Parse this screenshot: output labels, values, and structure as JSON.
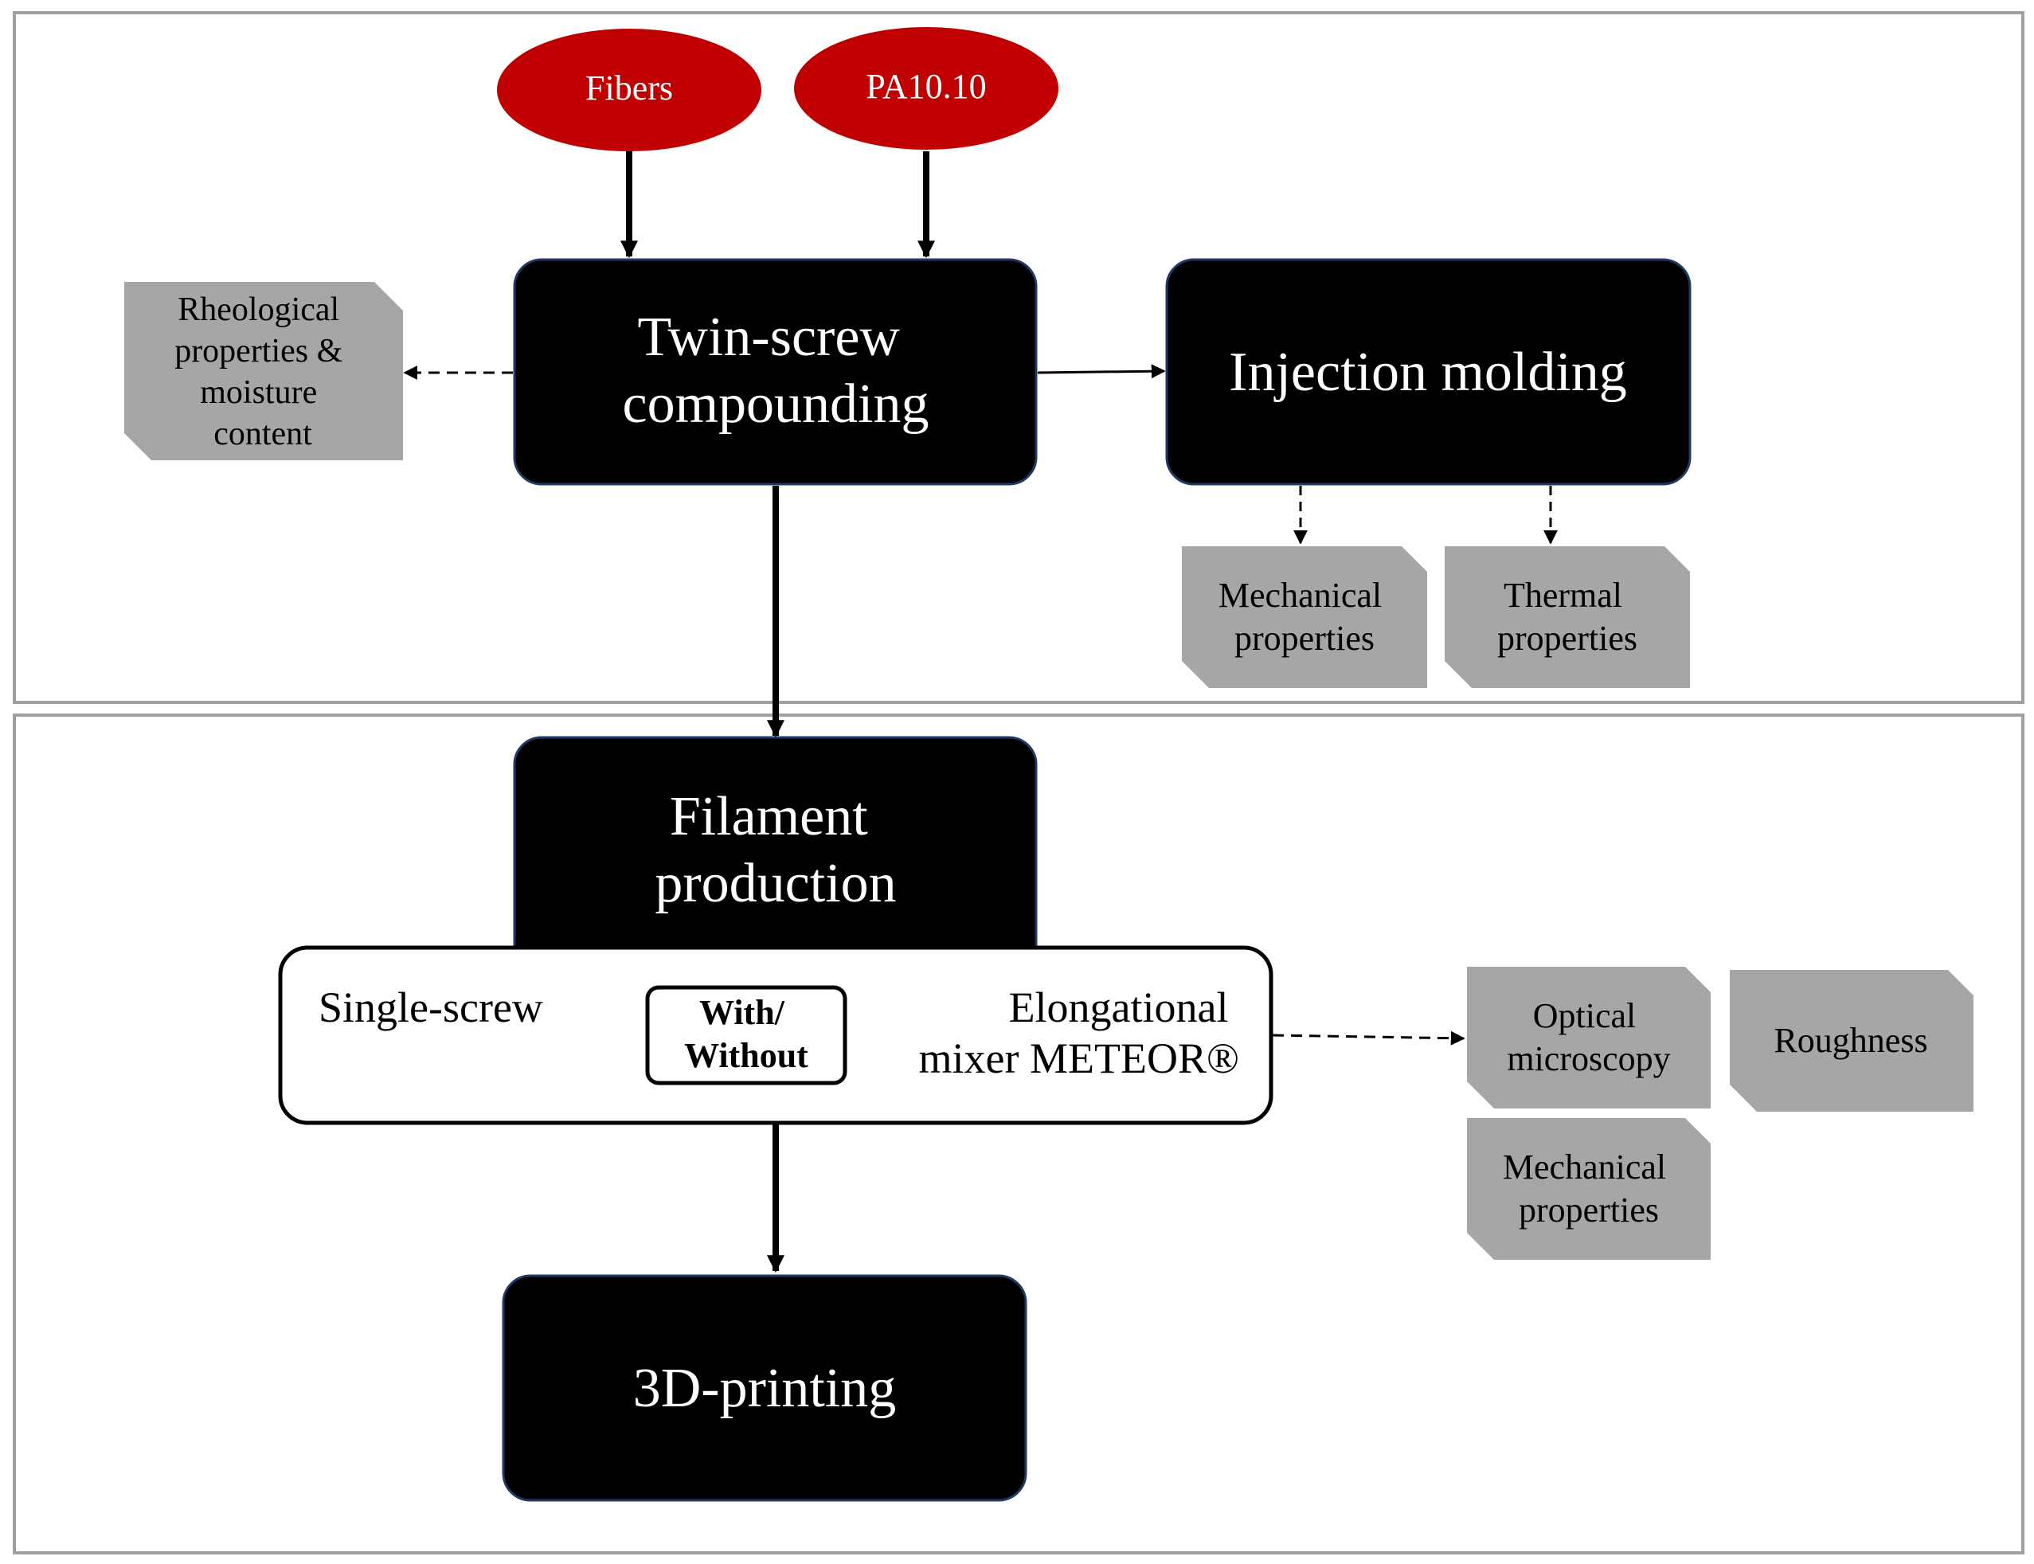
{
  "inputs": {
    "fibers": "Fibers",
    "pa": "PA10.10"
  },
  "process": {
    "twin_screw": [
      "Twin-screw",
      "compounding"
    ],
    "injection": "Injection molding",
    "filament": [
      "Filament",
      "production"
    ],
    "printing": "3D-printing"
  },
  "filament_options": {
    "single_screw": "Single-screw",
    "with_without": [
      "With/",
      "Without"
    ],
    "elongational": [
      "Elongational",
      "mixer METEOR®"
    ]
  },
  "characterization": {
    "rheological": [
      "Rheological",
      "properties &",
      "moisture",
      "content"
    ],
    "mechanical_inj": [
      "Mechanical",
      "properties"
    ],
    "thermal": [
      "Thermal",
      "properties"
    ],
    "optical": [
      "Optical",
      "microscopy"
    ],
    "roughness": "Roughness",
    "mechanical_fil": [
      "Mechanical",
      "properties"
    ]
  },
  "colors": {
    "input_red": "#c00000",
    "process_black": "#000000",
    "char_gray": "#a6a6a6",
    "frame_gray": "#a0a0a0"
  }
}
